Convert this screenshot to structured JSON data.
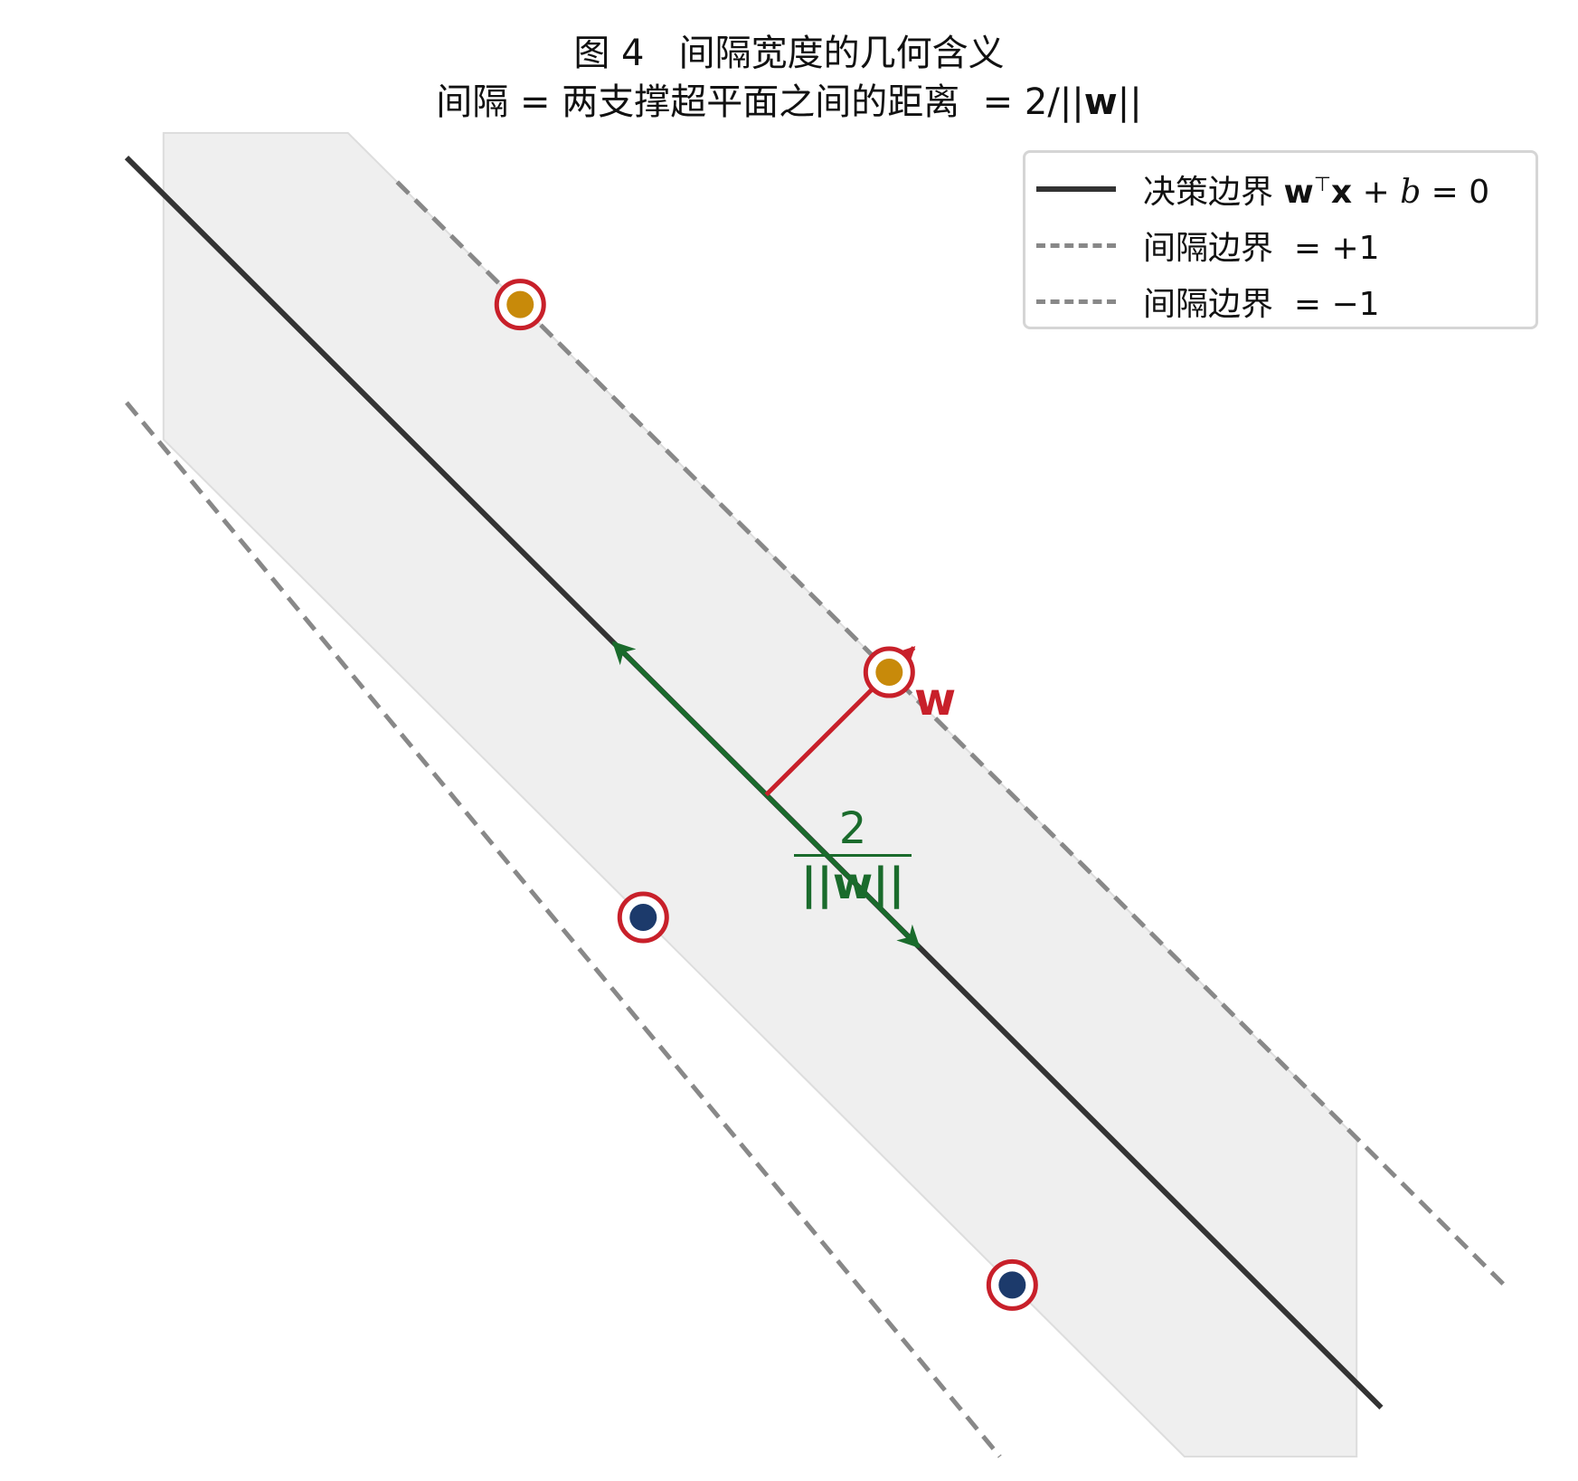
{
  "title": {
    "line1": "图 4   间隔宽度的几何含义",
    "line2_prefix": "间隔 = 两支撑超平面之间的距离  = 2/||",
    "line2_bold": "w",
    "line2_suffix": "||"
  },
  "legend": {
    "items": [
      {
        "label_text": "决策边界 ",
        "label_math_bold": "w",
        "label_math_sup": "⊤",
        "label_math_bold2": "x",
        "label_math_rest": " + ",
        "label_math_italic": "b",
        "label_math_end": " = 0",
        "color": "#333333",
        "style": "solid"
      },
      {
        "label_text": "间隔边界  = +1",
        "color": "#888888",
        "style": "dashed"
      },
      {
        "label_text": "间隔边界  = −1",
        "color": "#888888",
        "style": "dashed"
      }
    ]
  },
  "annotations": {
    "w_label": "w",
    "margin_numerator": "2",
    "margin_denominator": "||w||"
  },
  "colors": {
    "decision_boundary": "#333333",
    "margin_boundary": "#888888",
    "margin_fill": "#efefef",
    "normal_vector": "#c8202a",
    "margin_arrow": "#1a6b2c",
    "positive_point": "#c88a0a",
    "negative_point": "#1c3a6b",
    "support_ring": "#c8202a"
  },
  "chart_data": {
    "type": "scatter",
    "decision_boundary": {
      "equation": "x + y = 0"
    },
    "margin_boundaries": [
      {
        "equation": "x + y = +1"
      },
      {
        "equation": "x + y = -1"
      }
    ],
    "support_vectors": {
      "positive": [
        {
          "x": -1.0,
          "y": 2.0
        },
        {
          "x": 0.5,
          "y": 0.5
        }
      ],
      "negative": [
        {
          "x": -0.5,
          "y": -0.5
        },
        {
          "x": 1.0,
          "y": -2.0
        }
      ]
    },
    "normal_vector": {
      "from": [
        0,
        0
      ],
      "to": [
        0.6,
        0.6
      ]
    },
    "xlim": [
      -2.6,
      2.8
    ],
    "ylim": [
      -2.7,
      2.7
    ]
  }
}
